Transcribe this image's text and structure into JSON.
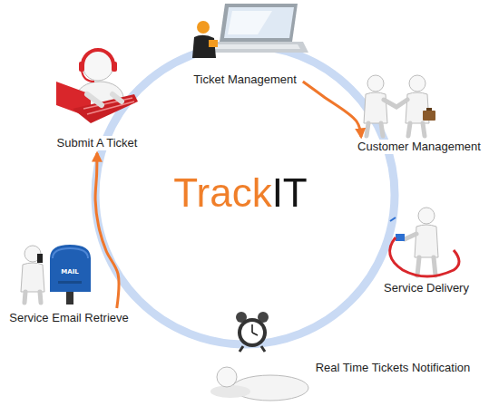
{
  "diagram": {
    "title": "TrackIT",
    "nodes": [
      {
        "text": [
          "Ticket Management"
        ]
      },
      {
        "text": [
          "Submit A Ticket"
        ]
      },
      {
        "text": [
          "Customer Management"
        ]
      },
      {
        "text": [
          "Service Delivery"
        ]
      },
      {
        "text": [
          "Service Email Retrieve"
        ]
      },
      {
        "text": [
          "Real Time Tickets Notification"
        ]
      }
    ],
    "edges": [
      {
        "from": 0,
        "to": 2,
        "arrow": "to"
      },
      {
        "from": 4,
        "to": 1,
        "arrow": "to"
      }
    ],
    "labels": [
      "MAIL"
    ]
  }
}
